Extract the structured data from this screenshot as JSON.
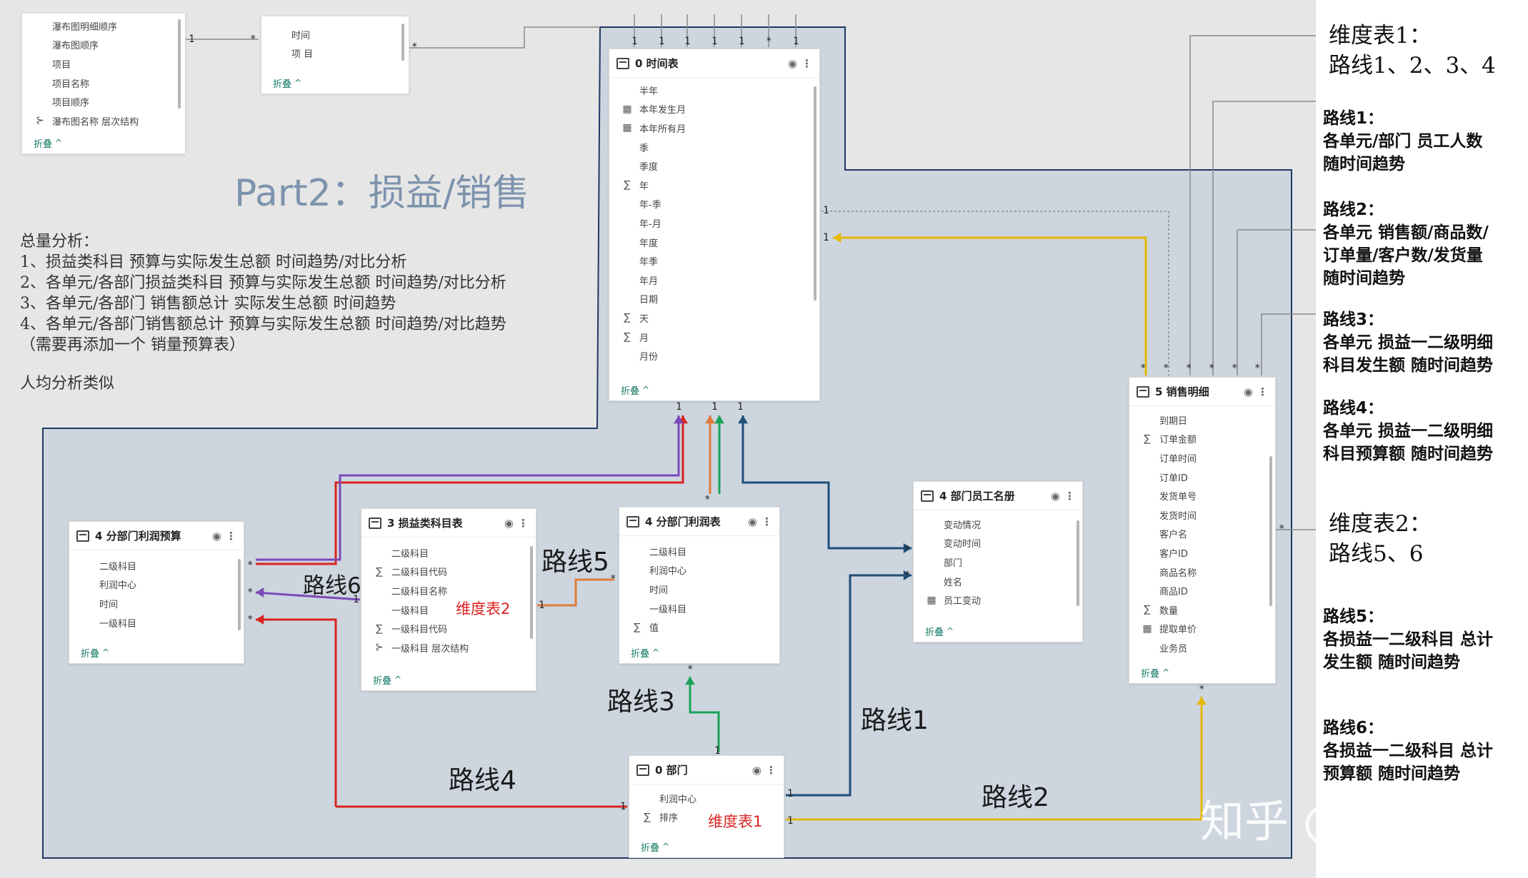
{
  "colors": {
    "route1": "#1f4e79",
    "route2": "#e6b800",
    "route3": "#1aa35a",
    "route4": "#d9231f",
    "route5": "#e07b39",
    "route6": "#7b4ab8",
    "region_fill": "#cdd5df",
    "region_border": "#1f3864",
    "connector_gray": "#8a8a8a",
    "collapse_text": "#117865",
    "annotation_red": "#d9231f",
    "part_title": "#7d93ad"
  },
  "collapse_label": "折叠",
  "part_title": "Part2：损益/销售",
  "summary": {
    "heading": "总量分析：",
    "items": [
      "1、损益类科目 预算与实际发生总额 时间趋势/对比分析",
      "2、各单元/各部门损益类科目 预算与实际发生总额 时间趋势/对比分析",
      "3、各单元/各部门 销售额总计 实际发生总额 时间趋势",
      "4、各单元/各部门销售额总计 预算与实际发生总额 时间趋势/对比趋势"
    ],
    "note": "（需要再添加一个 销量预算表）",
    "per_capita": "人均分析类似"
  },
  "tables": {
    "waterfall": {
      "fields": [
        {
          "icon": "",
          "label": "瀑布图明细顺序"
        },
        {
          "icon": "",
          "label": "瀑布图顺序"
        },
        {
          "icon": "",
          "label": "项目"
        },
        {
          "icon": "",
          "label": "项目名称"
        },
        {
          "icon": "",
          "label": "项目顺序"
        },
        {
          "icon": "hierarchy-icon",
          "label": "瀑布图名称 层次结构"
        }
      ]
    },
    "small_time": {
      "fields": [
        {
          "icon": "",
          "label": "时间"
        },
        {
          "icon": "",
          "label": "项 目"
        }
      ]
    },
    "time": {
      "title": "0 时间表",
      "fields": [
        {
          "icon": "",
          "label": "半年"
        },
        {
          "icon": "calc-icon",
          "label": "本年发生月"
        },
        {
          "icon": "calc-icon",
          "label": "本年所有月"
        },
        {
          "icon": "",
          "label": "季"
        },
        {
          "icon": "",
          "label": "季度"
        },
        {
          "icon": "sigma-icon",
          "label": "年"
        },
        {
          "icon": "",
          "label": "年-季"
        },
        {
          "icon": "",
          "label": "年-月"
        },
        {
          "icon": "",
          "label": "年度"
        },
        {
          "icon": "",
          "label": "年季"
        },
        {
          "icon": "",
          "label": "年月"
        },
        {
          "icon": "",
          "label": "日期"
        },
        {
          "icon": "sigma-icon",
          "label": "天"
        },
        {
          "icon": "sigma-icon",
          "label": "月"
        },
        {
          "icon": "",
          "label": "月份"
        }
      ]
    },
    "sales": {
      "title": "5 销售明细",
      "fields": [
        {
          "icon": "",
          "label": "到期日"
        },
        {
          "icon": "sigma-icon",
          "label": "订单金额"
        },
        {
          "icon": "",
          "label": "订单时间"
        },
        {
          "icon": "",
          "label": "订单ID"
        },
        {
          "icon": "",
          "label": "发货单号"
        },
        {
          "icon": "",
          "label": "发货时间"
        },
        {
          "icon": "",
          "label": "客户名"
        },
        {
          "icon": "",
          "label": "客户ID"
        },
        {
          "icon": "",
          "label": "商品名称"
        },
        {
          "icon": "",
          "label": "商品ID"
        },
        {
          "icon": "sigma-icon",
          "label": "数量"
        },
        {
          "icon": "calc-icon",
          "label": "提取单价"
        },
        {
          "icon": "",
          "label": "业务员"
        }
      ]
    },
    "employee": {
      "title": "4 部门员工名册",
      "fields": [
        {
          "icon": "",
          "label": "变动情况"
        },
        {
          "icon": "",
          "label": "变动时间"
        },
        {
          "icon": "",
          "label": "部门"
        },
        {
          "icon": "",
          "label": "姓名"
        },
        {
          "icon": "calc-icon",
          "label": "员工变动"
        }
      ]
    },
    "budget": {
      "title": "4 分部门利润预算",
      "fields": [
        {
          "icon": "",
          "label": "二级科目"
        },
        {
          "icon": "",
          "label": "利润中心"
        },
        {
          "icon": "",
          "label": "时间"
        },
        {
          "icon": "",
          "label": "一级科目"
        }
      ]
    },
    "subject": {
      "title": "3 损益类科目表",
      "note": "维度表2",
      "fields": [
        {
          "icon": "",
          "label": "二级科目"
        },
        {
          "icon": "sigma-icon",
          "label": "二级科目代码"
        },
        {
          "icon": "",
          "label": "二级科目名称"
        },
        {
          "icon": "",
          "label": "一级科目"
        },
        {
          "icon": "sigma-icon",
          "label": "一级科目代码"
        },
        {
          "icon": "hierarchy-icon",
          "label": "一级科目 层次结构"
        }
      ]
    },
    "profit": {
      "title": "4 分部门利润表",
      "fields": [
        {
          "icon": "",
          "label": "二级科目"
        },
        {
          "icon": "",
          "label": "利润中心"
        },
        {
          "icon": "",
          "label": "时间"
        },
        {
          "icon": "",
          "label": "一级科目"
        },
        {
          "icon": "sigma-icon",
          "label": "值"
        }
      ]
    },
    "dept": {
      "title": "0 部门",
      "note": "维度表1",
      "fields": [
        {
          "icon": "",
          "label": "利润中心"
        },
        {
          "icon": "sigma-icon",
          "label": "排序"
        }
      ]
    }
  },
  "routes": {
    "r1": "路线1",
    "r2": "路线2",
    "r3": "路线3",
    "r4": "路线4",
    "r5": "路线5",
    "r6": "路线6"
  },
  "marks": {
    "one": "1",
    "many": "*"
  },
  "right_panel": {
    "dim1_title": "维度表1：",
    "dim1_routes": "路线1、2、3、4",
    "route1": {
      "title": "路线1：",
      "lines": [
        "各单元/部门 员工人数",
        "随时间趋势"
      ]
    },
    "route2": {
      "title": "路线2：",
      "lines": [
        "各单元 销售额/商品数/",
        "订单量/客户数/发货量",
        "随时间趋势"
      ]
    },
    "route3": {
      "title": "路线3：",
      "lines": [
        "各单元 损益一二级明细",
        "科目发生额 随时间趋势"
      ]
    },
    "route4": {
      "title": "路线4：",
      "lines": [
        "各单元 损益一二级明细",
        "科目预算额 随时间趋势"
      ]
    },
    "dim2_title": "维度表2：",
    "dim2_routes": "路线5、6",
    "route5": {
      "title": "路线5：",
      "lines": [
        "各损益一二级科目 总计",
        "发生额 随时间趋势"
      ]
    },
    "route6": {
      "title": "路线6：",
      "lines": [
        "各损益一二级科目 总计",
        "预算额 随时间趋势"
      ]
    }
  },
  "watermark": "知乎 @李慢慢"
}
